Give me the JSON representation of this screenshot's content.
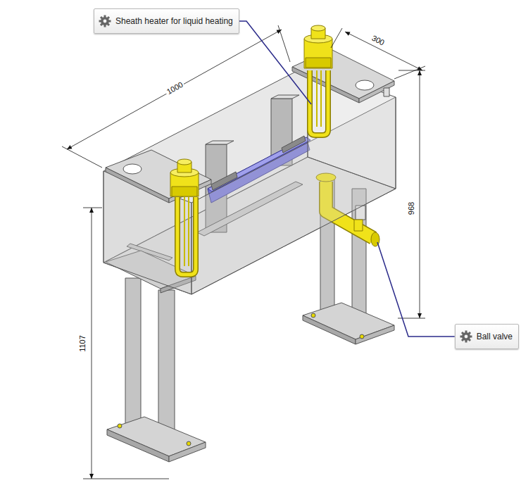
{
  "diagram": {
    "nodes": [
      {
        "text": [
          "Sheath heater for liquid heating"
        ]
      },
      {
        "text": [
          "Ball valve"
        ]
      }
    ],
    "labels": [
      "1000",
      "300",
      "968",
      "1107"
    ]
  }
}
